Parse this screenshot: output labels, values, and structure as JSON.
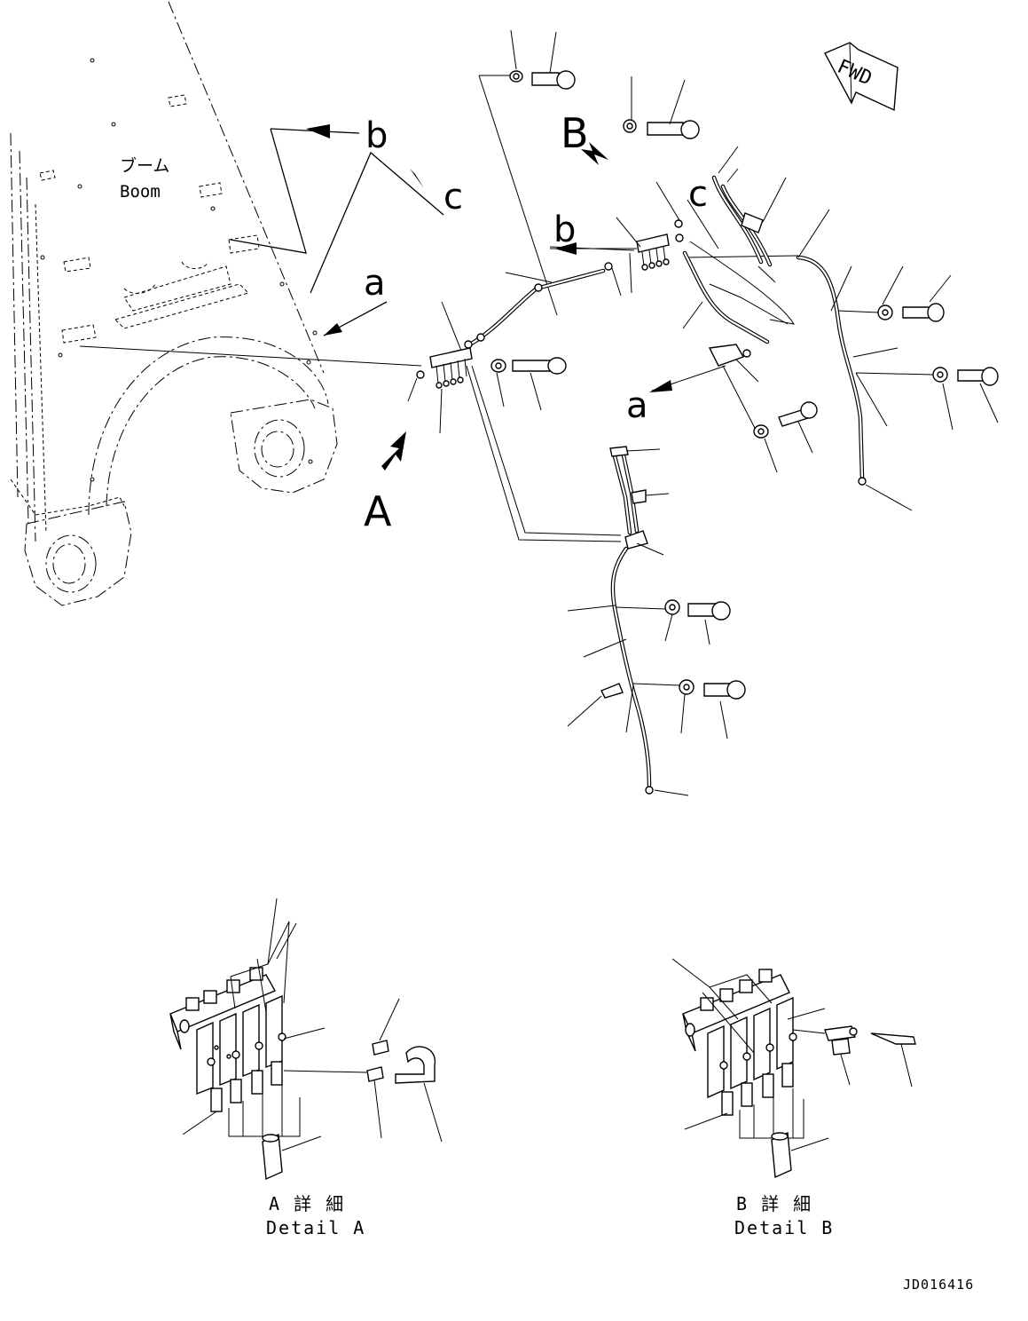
{
  "labels": {
    "boom_jp": "ブーム",
    "boom_en": "Boom",
    "fwd": "FWD",
    "view_a": "A",
    "view_b": "B",
    "ref_a": "a",
    "ref_b": "b",
    "ref_c": "c"
  },
  "details": {
    "a": {
      "title_jp": "A 詳 細",
      "title_en": "Detail A"
    },
    "b": {
      "title_jp": "B 詳 細",
      "title_en": "Detail B"
    }
  },
  "drawing_code": "JD016416"
}
